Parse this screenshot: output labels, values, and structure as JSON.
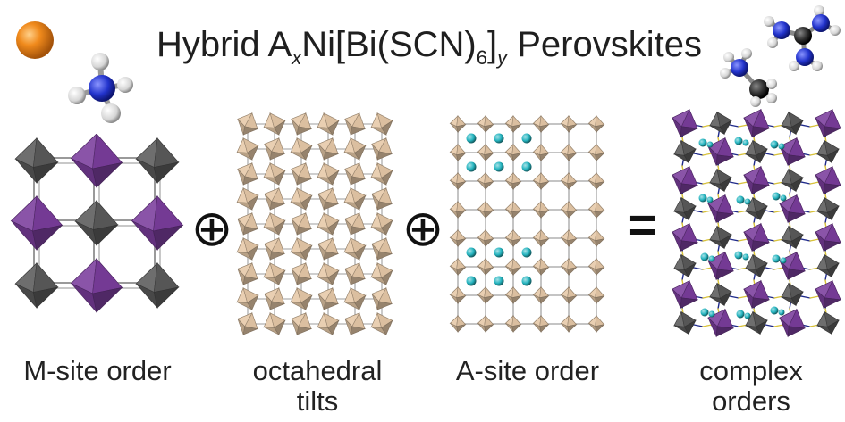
{
  "title": {
    "prefix": "Hybrid A",
    "sub_x": "x",
    "mid": "Ni[Bi(SCN)",
    "sub_6": "6",
    "close": "]",
    "sub_y": "y",
    "suffix": " Perovskites"
  },
  "operators": {
    "plus1": "⊕",
    "plus2": "⊕",
    "equals": "="
  },
  "captions": {
    "m_site": "M-site order",
    "tilts_line1": "octahedral",
    "tilts_line2": "tilts",
    "a_site": "A-site order",
    "complex_line1": "complex",
    "complex_line2": "orders"
  },
  "colors": {
    "purple": "#7a3d9c",
    "gray": "#5a5a5a",
    "beige": "#e6c9a8",
    "cyan": "#25b5c0",
    "orange": "#f08a1c",
    "nitrogen": "#2233cc"
  }
}
